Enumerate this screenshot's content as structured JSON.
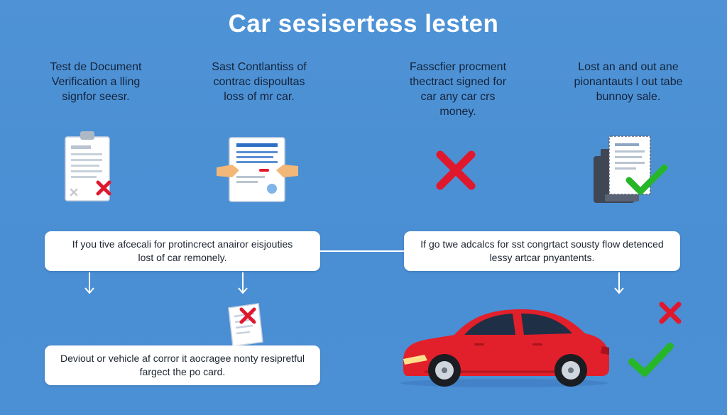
{
  "title": "Car sesisertess lesten",
  "steps": [
    {
      "label": "Test de Document\nVerification a lling\nsignfor seesr.",
      "icon": "clipboard-reject-icon"
    },
    {
      "label": "Sast Contlantiss of\ncontrac dispoultas\nloss of mr car.",
      "icon": "contract-handshake-icon"
    },
    {
      "label": "Fasscfier procment\nthectract signed for\ncar any car crs\nmoney.",
      "icon": "red-x-icon"
    },
    {
      "label": "Lost an and out ane\npionantauts l out tabe\nbunnoy sale.",
      "icon": "document-approve-icon"
    }
  ],
  "boxes": {
    "left": "If you tive afcecali for protincrect anairor eisjouties\nlost of car remonely.",
    "right": "If go twe adcalcs for sst congrtact sousty flow detenced\nlessy artcar pnyantents.",
    "bottom": "Deviout or vehicle af corror it aocragee nonty resipretful\nfargect the po card."
  },
  "colors": {
    "background": "#4a8ed3",
    "reject": "#e0182d",
    "approve": "#27b52a",
    "car": "#e1202b"
  }
}
